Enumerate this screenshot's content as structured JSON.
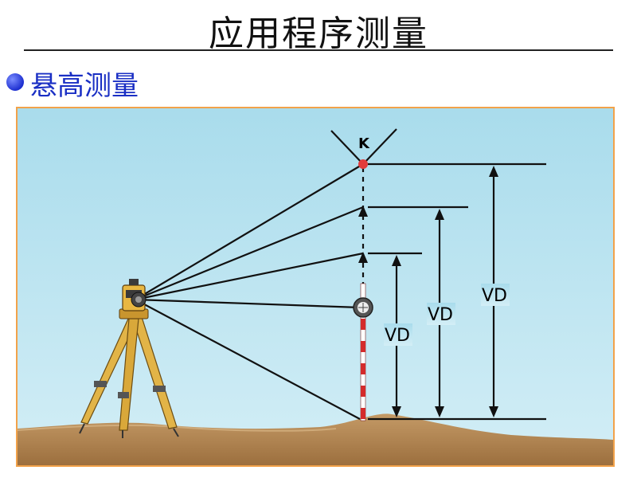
{
  "title": "应用程序测量",
  "section": {
    "bullet_icon": "bullet-dot-icon",
    "heading": "悬高测量"
  },
  "diagram": {
    "target_label": "K",
    "vd_labels": [
      "VD",
      "VD",
      "VD"
    ],
    "colors": {
      "sky": "#b9e2ef",
      "ground": "#b58a56",
      "prism": "#e23b3b",
      "frame": "#f2a24a"
    },
    "icons": [
      "total-station-icon",
      "tripod-icon",
      "prism-pole-icon",
      "prism-target-icon"
    ]
  }
}
